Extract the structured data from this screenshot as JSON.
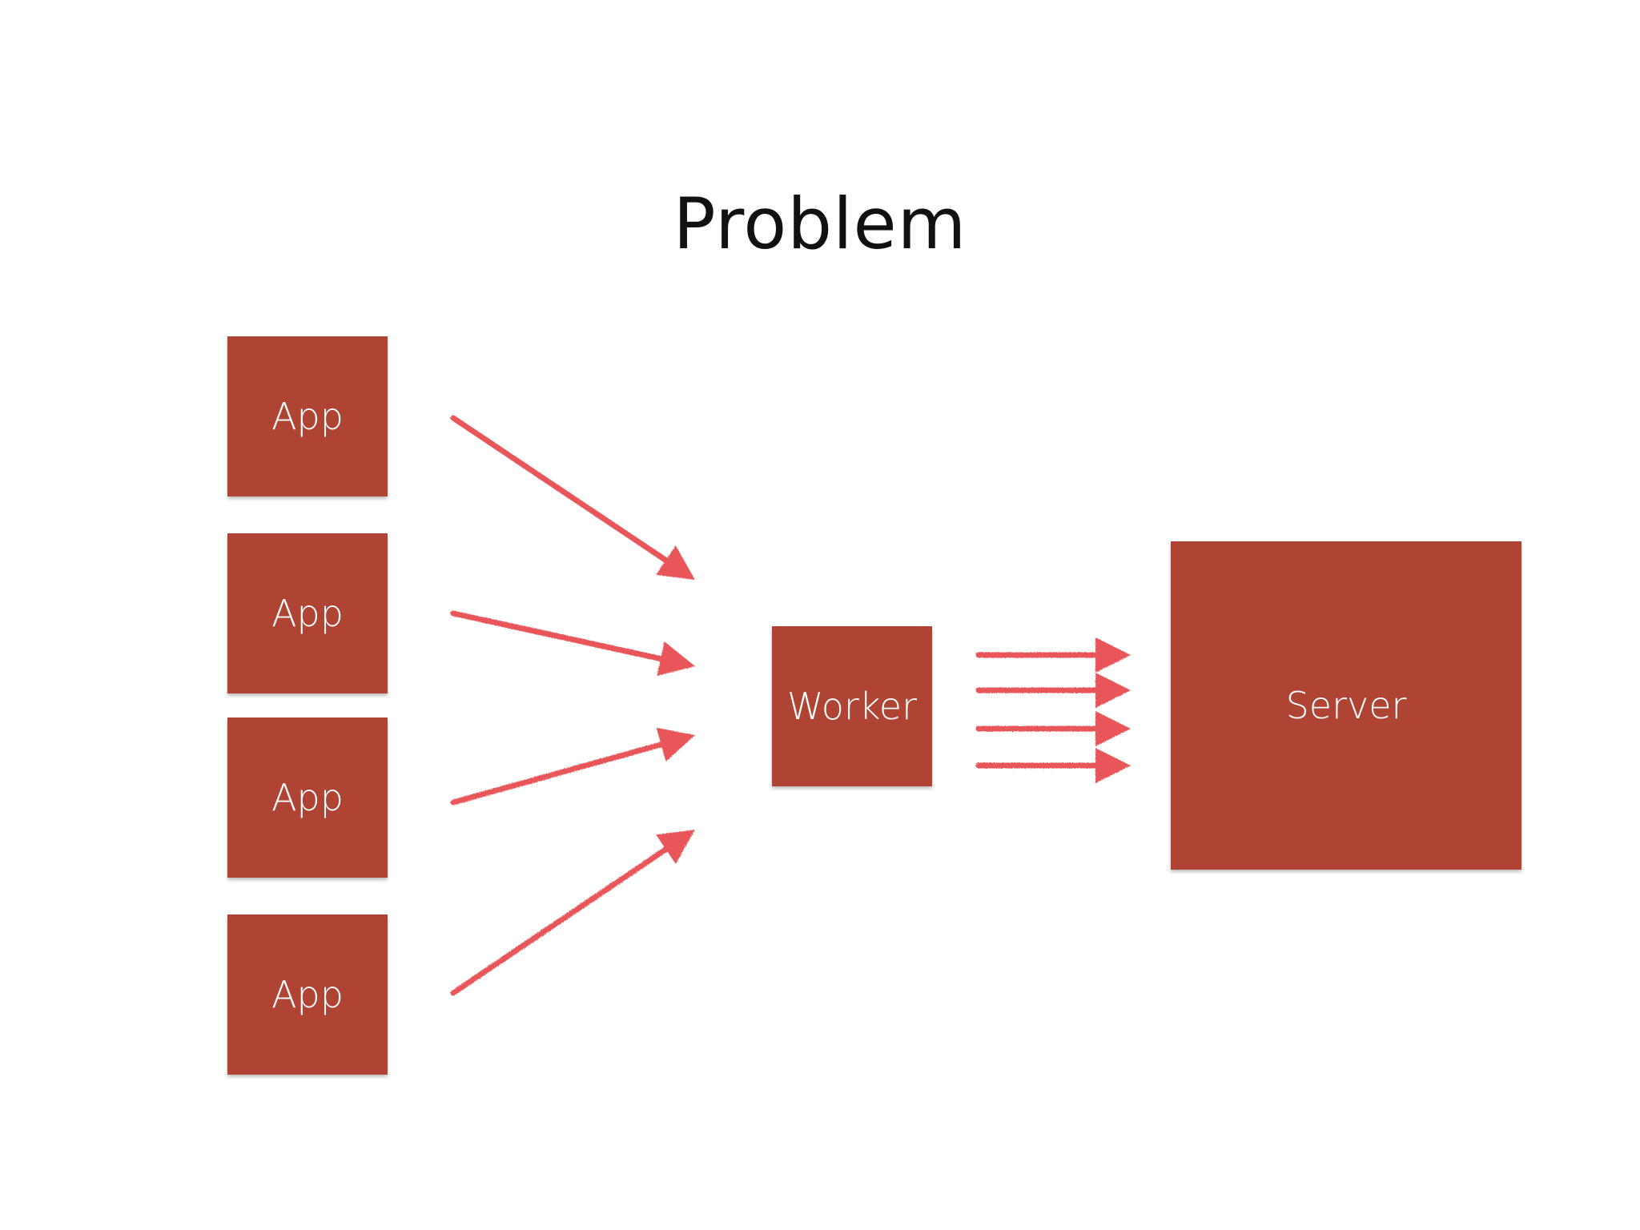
{
  "title": "Problem",
  "apps": [
    {
      "label": "App"
    },
    {
      "label": "App"
    },
    {
      "label": "App"
    },
    {
      "label": "App"
    }
  ],
  "worker": {
    "label": "Worker"
  },
  "server": {
    "label": "Server"
  },
  "colors": {
    "box_fill": "#b04434",
    "arrow": "#e8575a",
    "title_text": "#111111",
    "box_text": "#ffffff"
  },
  "icons": {
    "arrow": "hand-drawn-arrow-icon"
  }
}
